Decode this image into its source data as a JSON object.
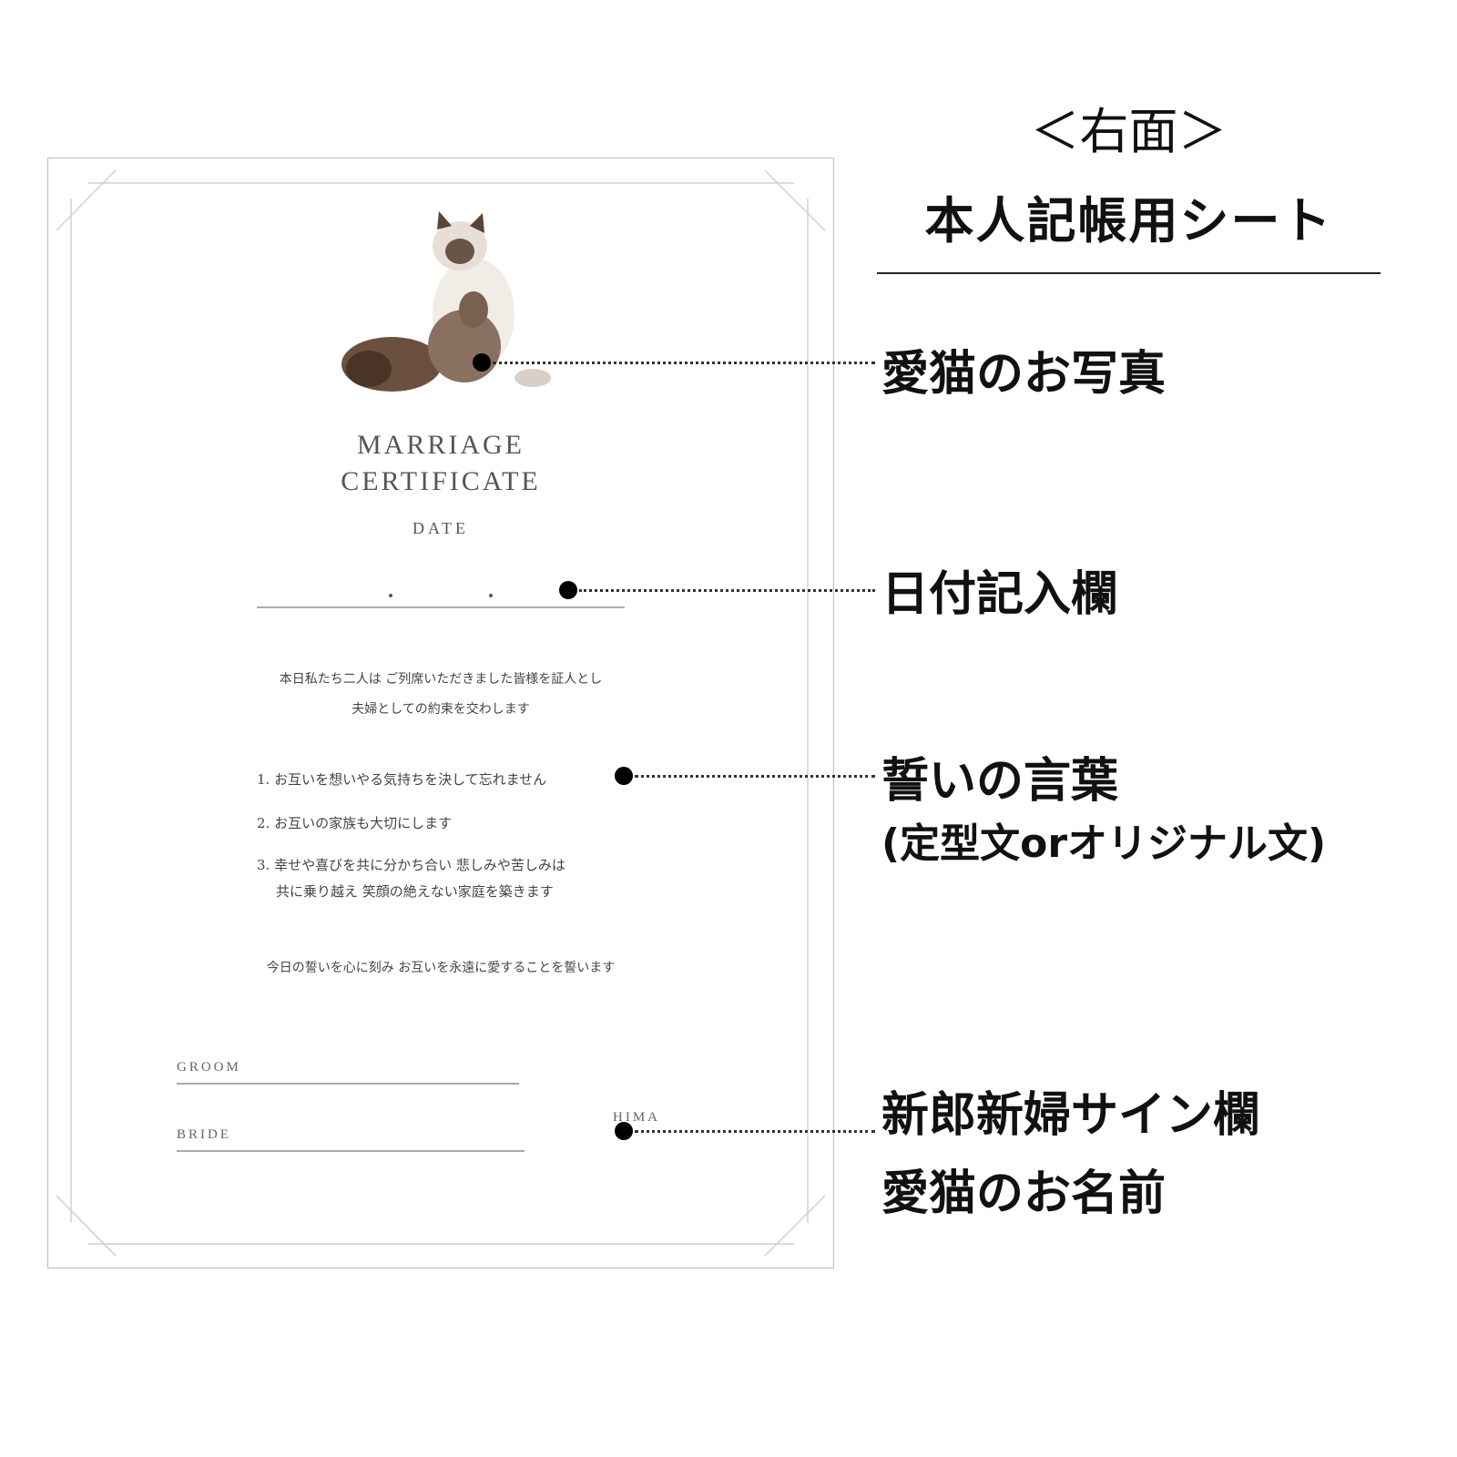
{
  "header": {
    "side": "＜右面＞",
    "title": "本人記帳用シート"
  },
  "certificate": {
    "title_line1": "MARRIAGE",
    "title_line2": "CERTIFICATE",
    "date_label": "DATE",
    "intro_line1": "本日私たち二人は ご列席いただきました皆様を証人とし",
    "intro_line2": "夫婦としての約束を交わします",
    "vows": [
      "1. お互いを想いやる気持ちを決して忘れません",
      "2. お互いの家族も大切にします",
      "3. 幸せや喜びを共に分かち合い 悲しみや苦しみは",
      "共に乗り越え 笑顔の絶えない家庭を築きます"
    ],
    "closing": "今日の誓いを心に刻み お互いを永遠に愛することを誓います",
    "groom_label": "GROOM",
    "bride_label": "BRIDE",
    "cat_name": "HIMA",
    "photo": "cat-photo"
  },
  "annotations": {
    "photo": "愛猫のお写真",
    "date": "日付記入欄",
    "vows": "誓いの言葉",
    "vows_note": "(定型文orオリジナル文)",
    "sign": "新郎新婦サイン欄",
    "cat_name": "愛猫のお名前"
  }
}
